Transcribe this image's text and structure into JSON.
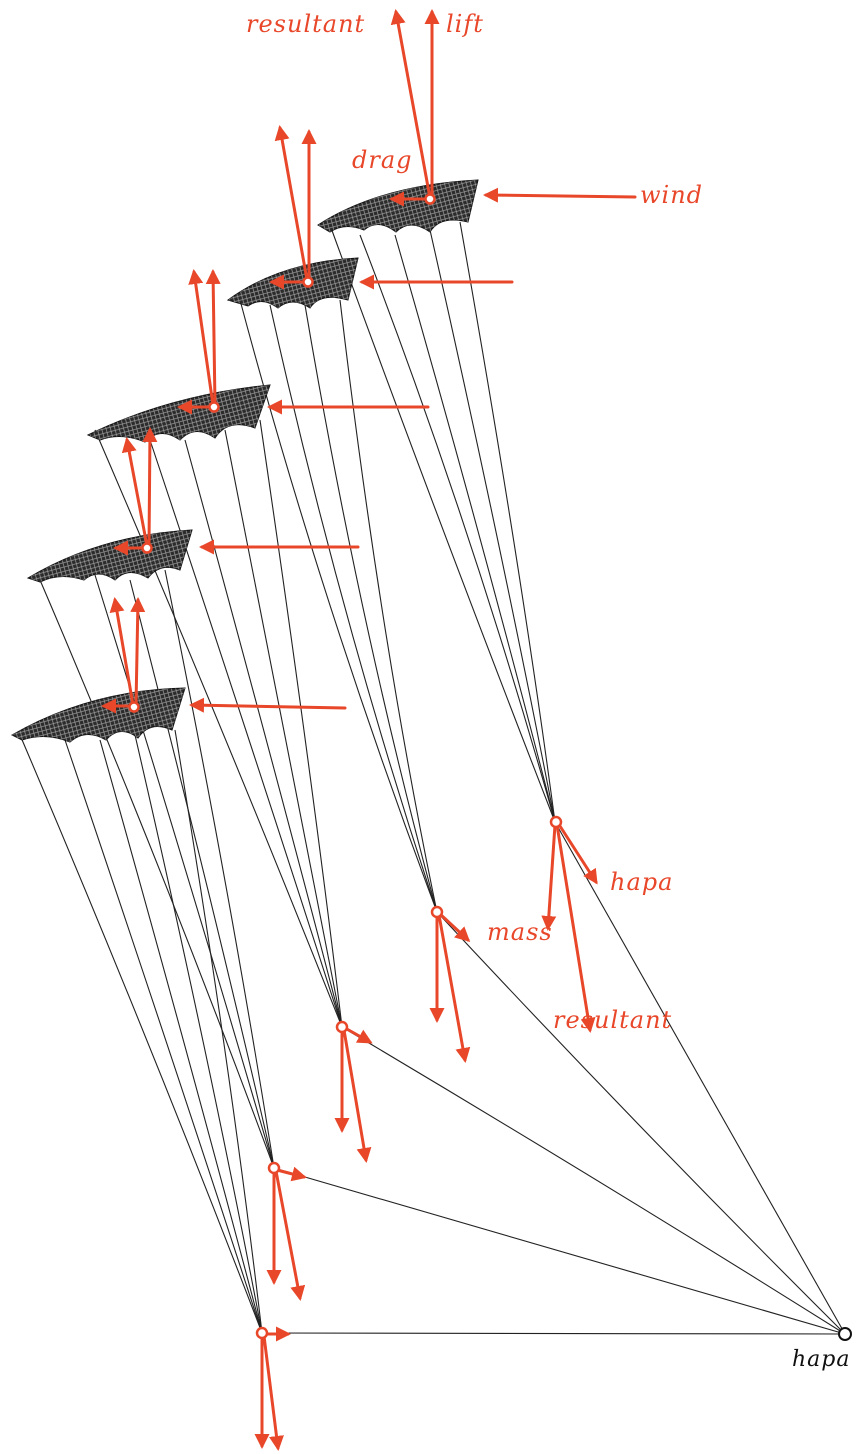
{
  "labels": {
    "resultant_top": "resultant",
    "lift": "lift",
    "drag": "drag",
    "wind": "wind",
    "hapa_right": "hapa",
    "mass": "mass",
    "resultant_bottom": "resultant",
    "hapa_anchor": "hapa"
  },
  "colors": {
    "force_arrows": "#e8472a",
    "lines": "#222222",
    "kite": "#2b2b2b"
  },
  "kite_count": 5
}
